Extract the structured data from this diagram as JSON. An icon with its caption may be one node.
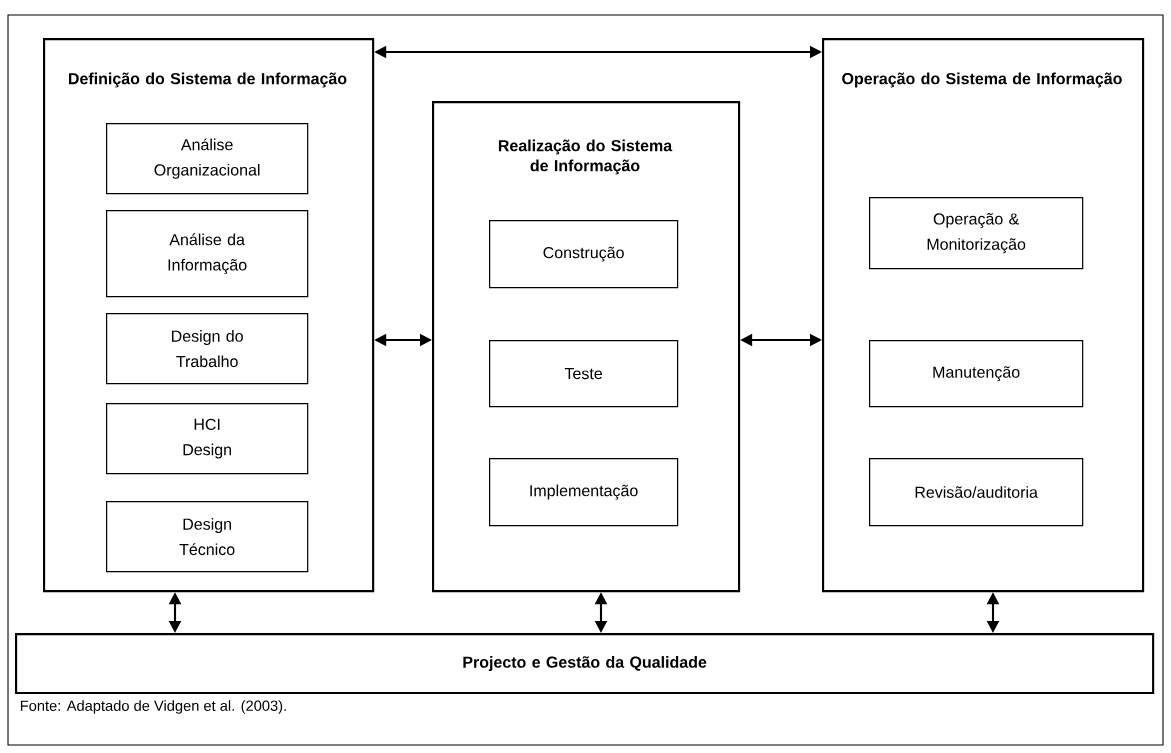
{
  "diagram": {
    "caption": "Fonte: Adaptado de Vidgen et al. (2003).",
    "nodes": [
      {
        "text": [
          "Definição do Sistema de Informação"
        ]
      },
      {
        "text": [
          "Análise Organizacional"
        ],
        "in": 0
      },
      {
        "text": [
          "Análise da Informação"
        ],
        "in": 0
      },
      {
        "text": [
          "Design do Trabalho"
        ],
        "in": 0
      },
      {
        "text": [
          "HCI Design"
        ],
        "in": 0
      },
      {
        "text": [
          "Design Técnico"
        ],
        "in": 0
      },
      {
        "text": [
          "Realização do Sistema de Informação"
        ]
      },
      {
        "text": [
          "Construção"
        ],
        "in": 6
      },
      {
        "text": [
          "Teste"
        ],
        "in": 6
      },
      {
        "text": [
          "Implementação"
        ],
        "in": 6
      },
      {
        "text": [
          "Operação do Sistema de Informação"
        ]
      },
      {
        "text": [
          "Operação & Monitorização"
        ],
        "in": 10
      },
      {
        "text": [
          "Manutenção"
        ],
        "in": 10
      },
      {
        "text": [
          "Revisão/auditoria"
        ],
        "in": 10
      },
      {
        "text": [
          "Projecto e Gestão da Qualidade"
        ]
      }
    ],
    "edges": [
      {
        "from": 0,
        "to": 10,
        "arrow": "both"
      },
      {
        "from": 0,
        "to": 6,
        "arrow": "both"
      },
      {
        "from": 6,
        "to": 10,
        "arrow": "both"
      },
      {
        "from": 0,
        "to": 14,
        "arrow": "both"
      },
      {
        "from": 6,
        "to": 14,
        "arrow": "both"
      },
      {
        "from": 10,
        "to": 14,
        "arrow": "both"
      }
    ]
  }
}
